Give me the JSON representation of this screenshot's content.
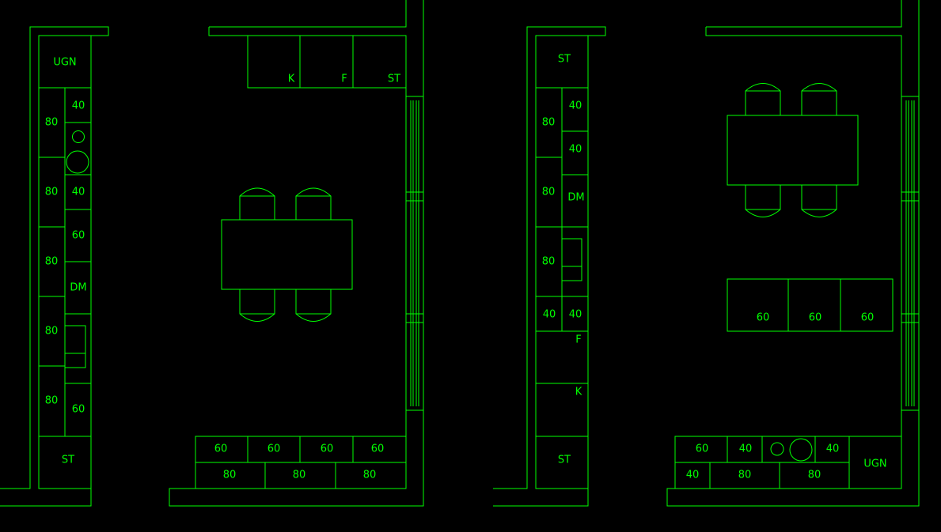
{
  "colors": {
    "background": "#000000",
    "line": "#00ff00"
  },
  "plans": [
    {
      "labels": [
        "UGN",
        "80",
        "40",
        "80",
        "40",
        "60",
        "80",
        "DM",
        "80",
        "80",
        "60",
        "ST",
        "K",
        "F",
        "ST",
        "60",
        "60",
        "60",
        "60",
        "80",
        "80",
        "80"
      ]
    },
    {
      "labels": [
        "ST",
        "80",
        "40",
        "40",
        "80",
        "DM",
        "80",
        "40",
        "40",
        "F",
        "K",
        "ST",
        "60",
        "60",
        "60",
        "60",
        "40",
        "40",
        "UGN",
        "40",
        "80",
        "80"
      ]
    }
  ]
}
